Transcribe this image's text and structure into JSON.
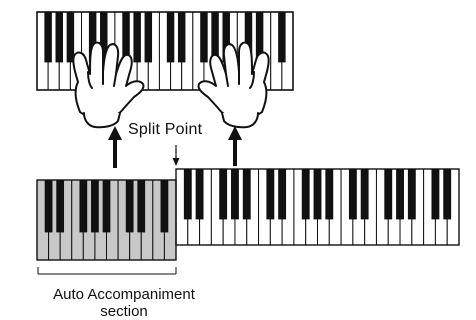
{
  "labels": {
    "split_point": "Split Point",
    "section_line1": "Auto Accompaniment",
    "section_line2": "section"
  },
  "colors": {
    "accompaniment_section": "#c8c8c8",
    "outline": "#111111",
    "black_key": "#111111",
    "white_key": "#ffffff"
  },
  "icons": [
    "left-hand-icon",
    "right-hand-icon",
    "up-arrow-icon",
    "split-point-arrow-icon"
  ]
}
